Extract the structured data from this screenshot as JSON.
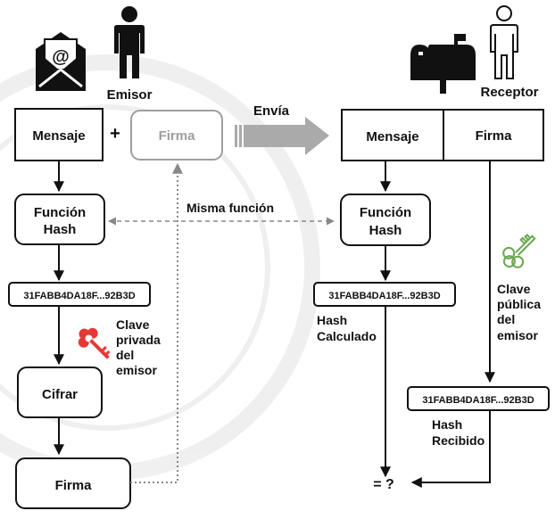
{
  "sender": {
    "role": "Emisor",
    "message": "Mensaje",
    "plus": "+",
    "signature_ghost": "Firma",
    "hash_function": [
      "Función",
      "Hash"
    ],
    "hash_value": "31FABB4DA18F...92B3D",
    "private_key": [
      "Clave",
      "privada",
      "del",
      "emisor"
    ],
    "encrypt": "Cifrar",
    "signature": "Firma"
  },
  "sends": "Envía",
  "same_function": "Misma función",
  "receiver": {
    "role": "Receptor",
    "message": "Mensaje",
    "signature": "Firma",
    "hash_function": [
      "Función",
      "Hash"
    ],
    "computed_hash_value": "31FABB4DA18F...92B3D",
    "computed_hash_label": [
      "Hash",
      "Calculado"
    ],
    "public_key": [
      "Clave",
      "pública",
      "del",
      "emisor"
    ],
    "received_hash_value": "31FABB4DA18F...92B3D",
    "received_hash_label": [
      "Hash",
      "Recibido"
    ],
    "compare": "= ?"
  },
  "colors": {
    "private_key": "#e53935",
    "public_key": "#6aa84f",
    "ghost": "#9e9e9e",
    "ink": "#111111"
  },
  "icons": [
    "envelope-icon",
    "person-icon",
    "mailbox-icon",
    "person-outline-icon",
    "red-key-icon",
    "green-key-icon"
  ]
}
